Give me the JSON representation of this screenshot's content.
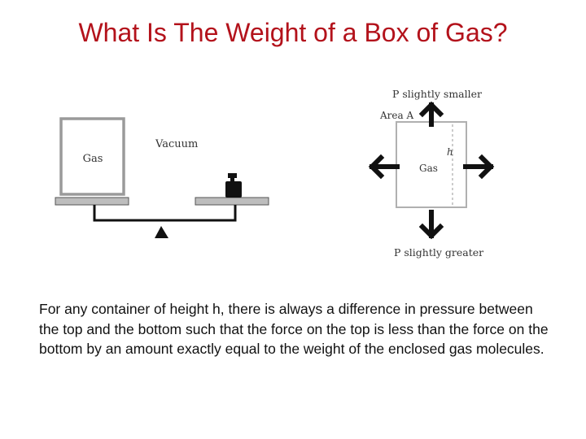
{
  "slide": {
    "title": "What Is The Weight of a Box of Gas?",
    "body": "For any container of height h, there is always a difference in pressure between the top and the bottom such that the force on the top is less than the force on the bottom by an amount exactly equal to the weight of the enclosed gas molecules."
  },
  "balance_figure": {
    "box_label": "Gas",
    "side_label": "Vacuum"
  },
  "pressure_figure": {
    "top_label": "P slightly smaller",
    "area_label": "Area A",
    "height_label": "h",
    "box_label": "Gas",
    "bottom_label": "P slightly greater"
  },
  "colors": {
    "title": "#b3121b",
    "text": "#111111"
  }
}
